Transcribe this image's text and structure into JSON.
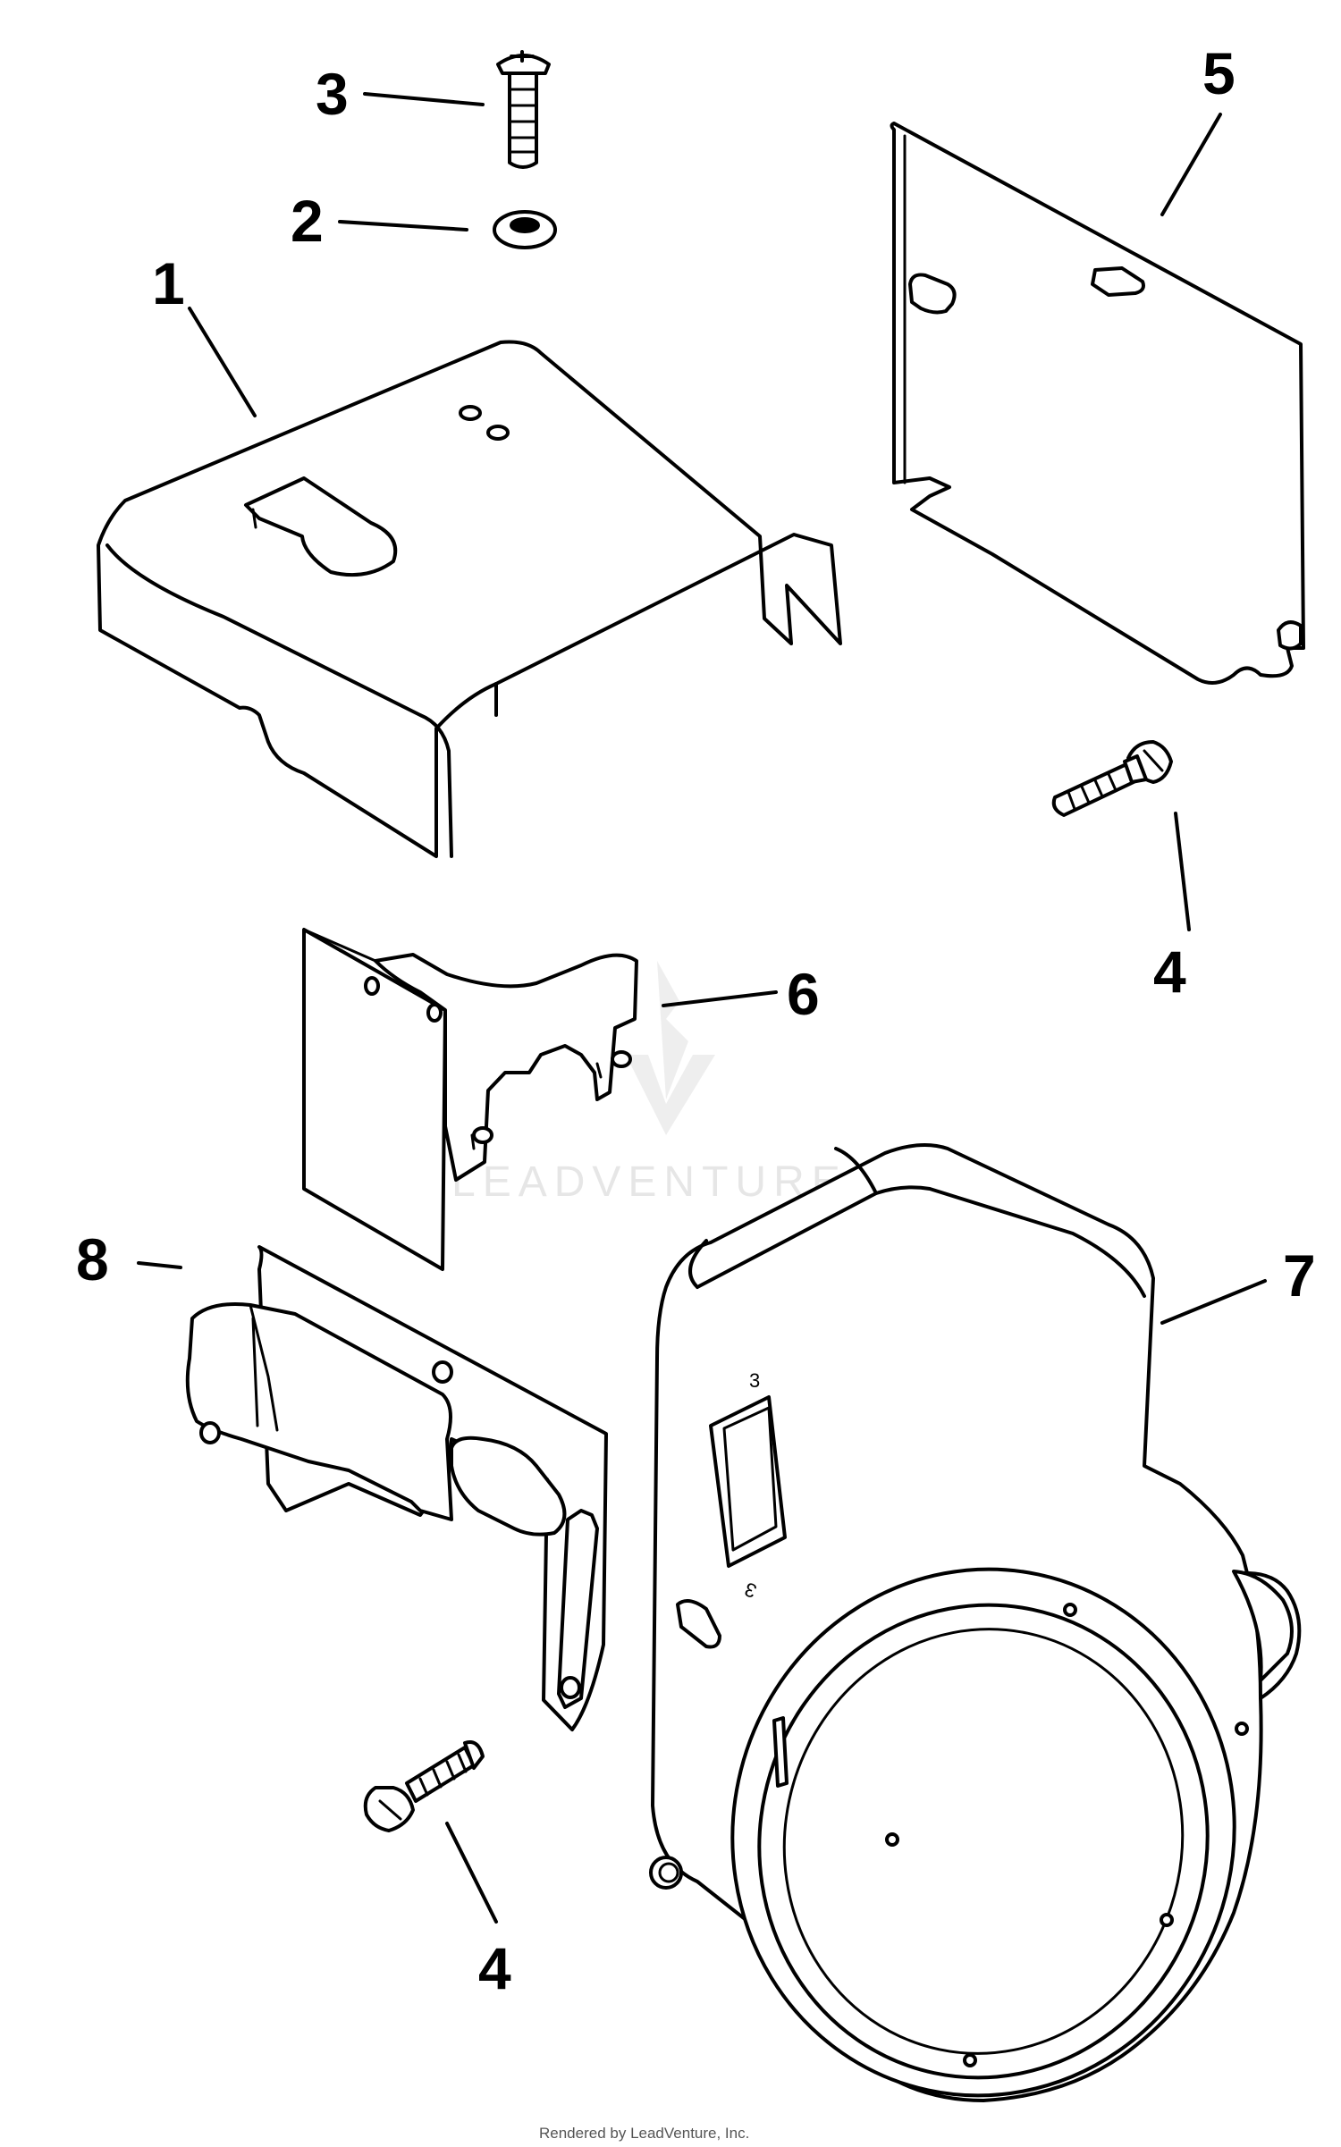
{
  "callouts": [
    {
      "number": "1"
    },
    {
      "number": "2"
    },
    {
      "number": "3"
    },
    {
      "number": "4"
    },
    {
      "number": "4"
    },
    {
      "number": "5"
    },
    {
      "number": "6"
    },
    {
      "number": "7"
    },
    {
      "number": "8"
    }
  ],
  "watermark": "LEADVENTURE",
  "credit": "Rendered by LeadVenture, Inc.",
  "part_marks": {
    "upper": "3",
    "lower": "3"
  }
}
